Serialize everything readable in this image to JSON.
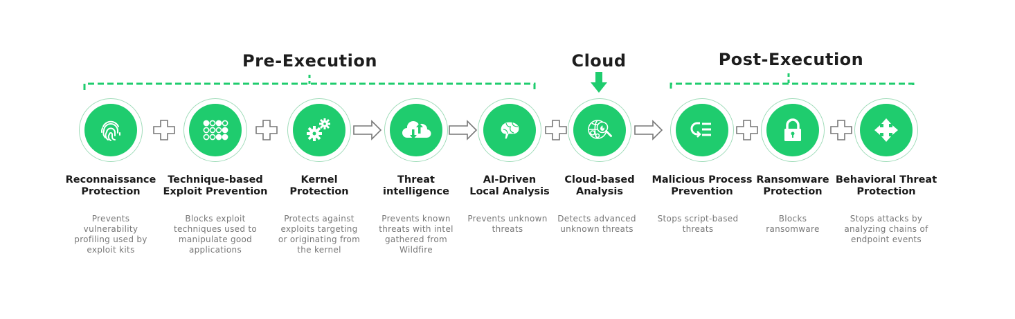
{
  "phases": {
    "pre": "Pre-Execution",
    "cloud": "Cloud",
    "post": "Post-Execution"
  },
  "colors": {
    "accent": "#1fcc6e",
    "ring": "#9fdcb9",
    "connector": "#777777"
  },
  "steps": [
    {
      "icon": "fingerprint-icon",
      "title": "Reconnaissance\nProtection",
      "desc": "Prevents vulnerability profiling used by exploit kits"
    },
    {
      "icon": "dot-grid-icon",
      "title": "Technique-based\nExploit Prevention",
      "desc": "Blocks exploit techniques used to manipulate good applications"
    },
    {
      "icon": "gears-icon",
      "title": "Kernel\nProtection",
      "desc": "Protects against exploits targeting or originating from the kernel"
    },
    {
      "icon": "cloud-sync-icon",
      "title": "Threat\nintelligence",
      "desc": "Prevents known threats with intel gathered from Wildfire"
    },
    {
      "icon": "brain-icon",
      "title": "AI-Driven\nLocal Analysis",
      "desc": "Prevents unknown threats"
    },
    {
      "icon": "globe-search-icon",
      "title": "Cloud-based\nAnalysis",
      "desc": "Detects advanced unknown threats"
    },
    {
      "icon": "process-list-icon",
      "title": "Malicious Process\nPrevention",
      "desc": "Stops script-based threats"
    },
    {
      "icon": "lock-icon",
      "title": "Ransomware\nProtection",
      "desc": "Blocks ransomware"
    },
    {
      "icon": "move-arrows-icon",
      "title": "Behavioral Threat\nProtection",
      "desc": "Stops attacks by analyzing chains of endpoint events"
    }
  ],
  "connectors": [
    "plus",
    "plus",
    "arrow",
    "arrow",
    "plus",
    "arrow",
    "plus",
    "plus"
  ]
}
